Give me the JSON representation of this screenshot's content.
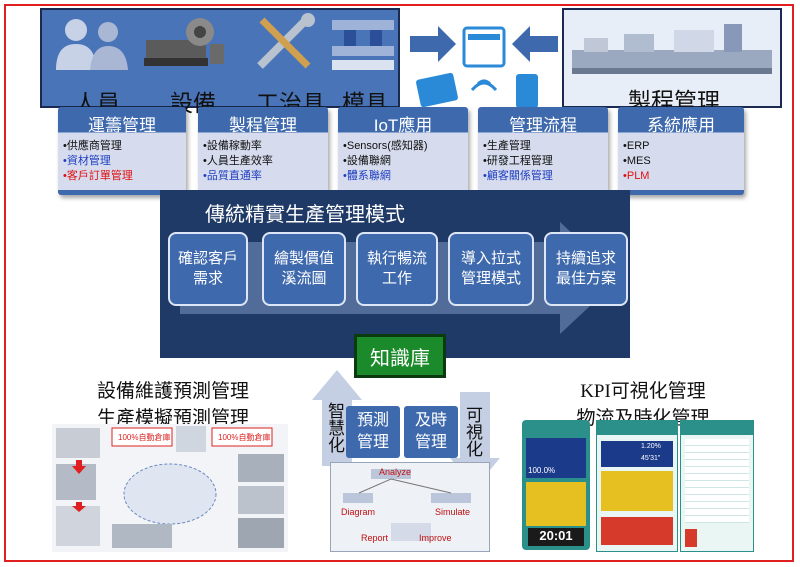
{
  "resources": [
    "人員",
    "設備",
    "工治具",
    "模具"
  ],
  "process_top_label": "製程管理",
  "categories": [
    {
      "title": "運籌管理",
      "items": [
        {
          "text": "•供應商管理",
          "color": "black"
        },
        {
          "text": "•資材管理",
          "color": "blue"
        },
        {
          "text": "•客戶訂單管理",
          "color": "red"
        }
      ]
    },
    {
      "title": "製程管理",
      "items": [
        {
          "text": "•設備稼動率",
          "color": "black"
        },
        {
          "text": "•人員生產效率",
          "color": "black"
        },
        {
          "text": "•品質直通率",
          "color": "blue"
        }
      ]
    },
    {
      "title": "IoT應用",
      "items": [
        {
          "text": "•Sensors(感知器)",
          "color": "black"
        },
        {
          "text": "•設備聯網",
          "color": "black"
        },
        {
          "text": "•體系聯網",
          "color": "blue"
        }
      ]
    },
    {
      "title": "管理流程",
      "items": [
        {
          "text": "•生產管理",
          "color": "black"
        },
        {
          "text": "•研發工程管理",
          "color": "black"
        },
        {
          "text": "•顧客關係管理",
          "color": "blue"
        }
      ]
    },
    {
      "title": "系統應用",
      "items": [
        {
          "text": "•ERP",
          "color": "black"
        },
        {
          "text": "•MES",
          "color": "black"
        },
        {
          "text": "•PLM",
          "color": "red"
        }
      ]
    }
  ],
  "lean_title": "傳統精實生產管理模式",
  "steps": [
    "確認客戶\n需求",
    "繪製價值\n溪流圖",
    "執行暢流\n工作",
    "導入拉式\n管理模式",
    "持續追求\n最佳方案"
  ],
  "knowledge_base": "知識庫",
  "left_caption": [
    "設備維護預測管理",
    "生產模擬預測管理"
  ],
  "right_caption": [
    "KPI可視化管理",
    "物流及時化管理"
  ],
  "center_boxes": [
    "預測\n管理",
    "及時\n管理"
  ],
  "left_arrow_label": "智慧化",
  "right_arrow_label": "可視化",
  "left_collage_tags": [
    "100%自動倉庫",
    "100%自動倉庫"
  ],
  "software_labels": [
    "Analyze",
    "Diagram",
    "Simulate",
    "Report",
    "Improve"
  ],
  "kpi_clock": "20:01",
  "kpi_values": [
    "100.0%",
    "1.20%",
    "45'31\""
  ],
  "colors": {
    "frame": "#e02020",
    "box_blue": "#3e69ad",
    "dark_navy": "#1f3a66",
    "kb_green": "#1a8a2a",
    "kpi_teal": "#2b8f8a"
  }
}
